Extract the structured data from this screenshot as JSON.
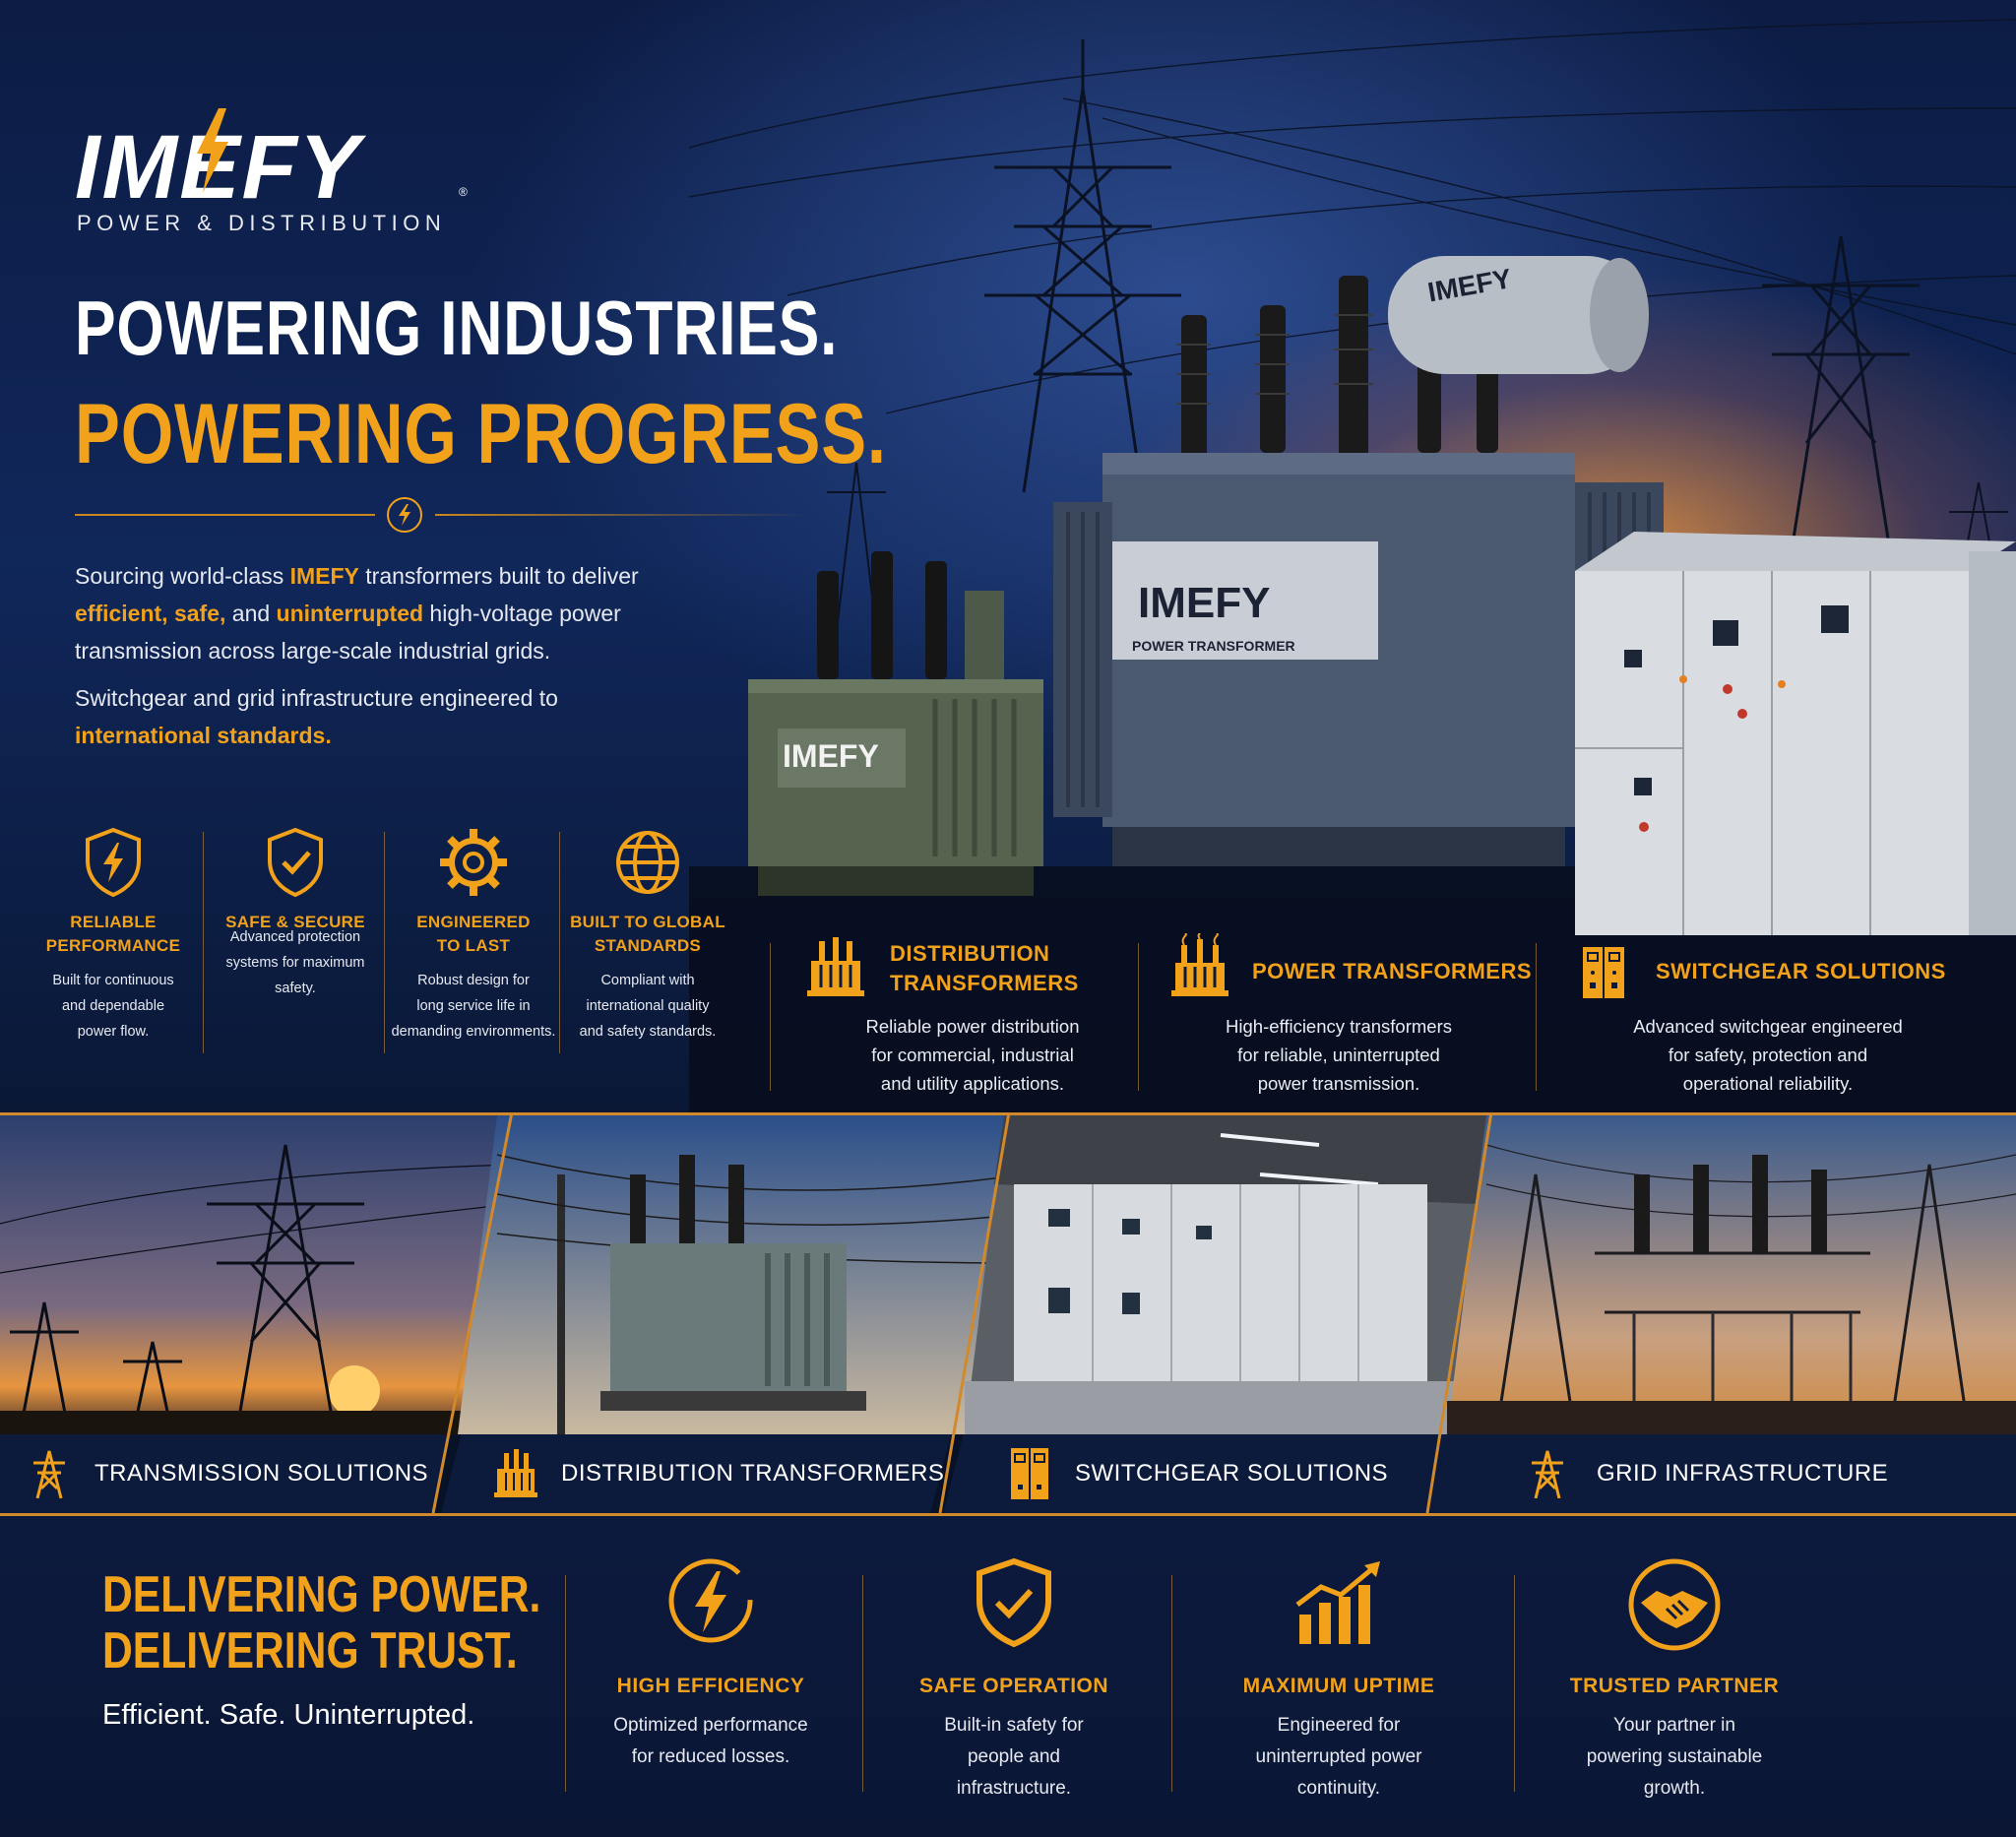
{
  "brand": {
    "name": "IMEFY",
    "registered": "®",
    "subtitle": "POWER & DISTRIBUTION"
  },
  "hero": {
    "headline_line1": "POWERING INDUSTRIES.",
    "headline_line2": "POWERING PROGRESS.",
    "intro_p1_a": "Sourcing world-class ",
    "intro_p1_brand": "IMEFY",
    "intro_p1_b": " transformers built to deliver",
    "intro_p1_hl1": "efficient, safe,",
    "intro_p1_c": " and ",
    "intro_p1_hl2": "uninterrupted",
    "intro_p1_d": " high-voltage power",
    "intro_p1_e": "transmission across large-scale industrial grids.",
    "intro_p2_a": "Switchgear and grid infrastructure engineered to",
    "intro_p2_hl": "international standards."
  },
  "features": [
    {
      "icon": "shield-bolt-icon",
      "title_l1": "RELIABLE",
      "title_l2": "PERFORMANCE",
      "desc_l1": "Built for continuous",
      "desc_l2": "and dependable",
      "desc_l3": "power flow."
    },
    {
      "icon": "shield-check-icon",
      "title_l1": "SAFE & SECURE",
      "title_l2": "",
      "desc_l1": "Advanced protection",
      "desc_l2": "systems for maximum",
      "desc_l3": "safety."
    },
    {
      "icon": "gear-icon",
      "title_l1": "ENGINEERED",
      "title_l2": "TO LAST",
      "desc_l1": "Robust design for",
      "desc_l2": "long service life in",
      "desc_l3": "demanding environments."
    },
    {
      "icon": "globe-icon",
      "title_l1": "BUILT TO GLOBAL",
      "title_l2": "STANDARDS",
      "desc_l1": "Compliant with",
      "desc_l2": "international quality",
      "desc_l3": "and safety standards."
    }
  ],
  "equipment_labels": {
    "small_transformer": "IMEFY",
    "big_transformer": "IMEFY",
    "big_transformer_sub": "POWER TRANSFORMER",
    "tank": "IMEFY"
  },
  "products": [
    {
      "icon": "distribution-transformer-icon",
      "title_l1": "DISTRIBUTION",
      "title_l2": "TRANSFORMERS",
      "desc_l1": "Reliable power distribution",
      "desc_l2": "for commercial, industrial",
      "desc_l3": "and utility applications."
    },
    {
      "icon": "power-transformer-icon",
      "title_l1": "POWER TRANSFORMERS",
      "title_l2": "",
      "desc_l1": "High-efficiency transformers",
      "desc_l2": "for reliable, uninterrupted",
      "desc_l3": "power transmission."
    },
    {
      "icon": "switchgear-icon",
      "title_l1": "SWITCHGEAR SOLUTIONS",
      "title_l2": "",
      "desc_l1": "Advanced switchgear engineered",
      "desc_l2": "for safety, protection and",
      "desc_l3": "operational reliability."
    }
  ],
  "gallery": [
    {
      "icon": "tower-icon",
      "label": "TRANSMISSION SOLUTIONS"
    },
    {
      "icon": "distribution-transformer-icon",
      "label": "DISTRIBUTION TRANSFORMERS"
    },
    {
      "icon": "switchgear-icon",
      "label": "SWITCHGEAR SOLUTIONS"
    },
    {
      "icon": "tower-icon",
      "label": "GRID INFRASTRUCTURE"
    }
  ],
  "closing": {
    "line1": "DELIVERING POWER.",
    "line2": "DELIVERING TRUST.",
    "tagline": "Efficient. Safe. Uninterrupted."
  },
  "benefits": [
    {
      "icon": "bolt-circle-icon",
      "title": "HIGH EFFICIENCY",
      "desc_l1": "Optimized performance",
      "desc_l2": "for reduced losses.",
      "desc_l3": ""
    },
    {
      "icon": "shield-check-icon",
      "title": "SAFE OPERATION",
      "desc_l1": "Built-in safety for",
      "desc_l2": "people and",
      "desc_l3": "infrastructure."
    },
    {
      "icon": "growth-chart-icon",
      "title": "MAXIMUM UPTIME",
      "desc_l1": "Engineered for",
      "desc_l2": "uninterrupted power",
      "desc_l3": "continuity."
    },
    {
      "icon": "handshake-icon",
      "title": "TRUSTED PARTNER",
      "desc_l1": "Your partner in",
      "desc_l2": "powering sustainable",
      "desc_l3": "growth."
    }
  ],
  "colors": {
    "navy": "#0b1a3a",
    "accent_orange": "#f2a21a",
    "text_light": "#e6e9f2"
  }
}
